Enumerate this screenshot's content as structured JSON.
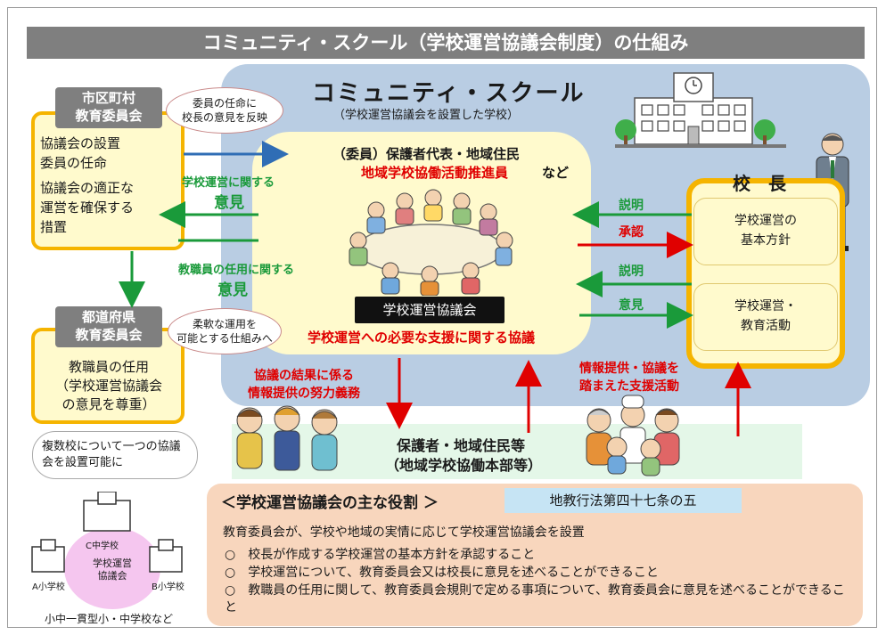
{
  "title": "コミュニティ・スクール（学校運営協議会制度）の仕組み",
  "community_school": {
    "title": "コミュニティ・スクール",
    "subtitle": "（学校運営協議会を設置した学校）"
  },
  "council": {
    "members_line1": "（委員）保護者代表・地域住民",
    "members_line2": "地域学校協働活動推進員",
    "members_line2_suffix": "など",
    "label": "学校運営協議会",
    "support": "学校運営への必要な支援に関する協議"
  },
  "city_board": {
    "head1": "市区町村",
    "head2": "教育委員会",
    "line1": "協議会の設置",
    "line2": "委員の任命",
    "line3": "協議会の適正な",
    "line4": "運営を確保する",
    "line5": "措置"
  },
  "pref_board": {
    "head1": "都道府県",
    "head2": "教育委員会",
    "line1": "教職員の任用",
    "line2": "（学校運営協議会",
    "line3": "の意見を尊重）"
  },
  "bubble_appoint": {
    "line1": "委員の任命に",
    "line2": "校長の意見を反映"
  },
  "bubble_flexible": {
    "line1": "柔軟な運用を",
    "line2": "可能とする仕組みへ"
  },
  "opinion_school": {
    "small": "学校運営に関する",
    "big": "意見"
  },
  "opinion_staff": {
    "small": "教職員の任用に関する",
    "big": "意見"
  },
  "principal": {
    "title": "校長",
    "policy_line1": "学校運営の",
    "policy_line2": "基本方針",
    "activity_line1": "学校運営・",
    "activity_line2": "教育活動"
  },
  "arrows": {
    "explain1": "説明",
    "approve": "承認",
    "explain2": "説明",
    "opinion": "意見"
  },
  "info_duty": {
    "line1": "協議の結果に係る",
    "line2": "情報提供の努力義務"
  },
  "support_activity": {
    "line1": "情報提供・協議を",
    "line2": "踏まえた支援活動"
  },
  "guardians": {
    "line1": "保護者・地域住民等",
    "line2": "（地域学校協働本部等）"
  },
  "multi_school": {
    "bubble": "複数校について一つの協議会を設置可能に",
    "c_school": "C中学校",
    "a_school": "A小学校",
    "b_school": "B小学校",
    "council_line1": "学校運営",
    "council_line2": "協議会",
    "caption": "小中一貫型小・中学校など"
  },
  "roles": {
    "title": "＜学校運営協議会の主な役割 ＞",
    "law": "地教行法第四十七条の五",
    "lead": "教育委員会が、学校や地域の実情に応じて学校運営協議会を設置",
    "items": [
      "○　校長が作成する学校運営の基本方針を承認すること",
      "○　学校運営について、教育委員会又は校長に意見を述べることができること",
      "○　教職員の任用に関して、教育委員会規則で定める事項について、教育委員会に意見を述べることができること"
    ]
  },
  "colors": {
    "blue_panel": "#b9cde3",
    "yellow": "#fffacd",
    "orange_border": "#f5b400",
    "green_arrow": "#1a9a3a",
    "red_arrow": "#e00000",
    "blue_arrow": "#2f6db5",
    "gray_header": "#7f7f7f",
    "roles_bg": "#f8d6bd"
  }
}
